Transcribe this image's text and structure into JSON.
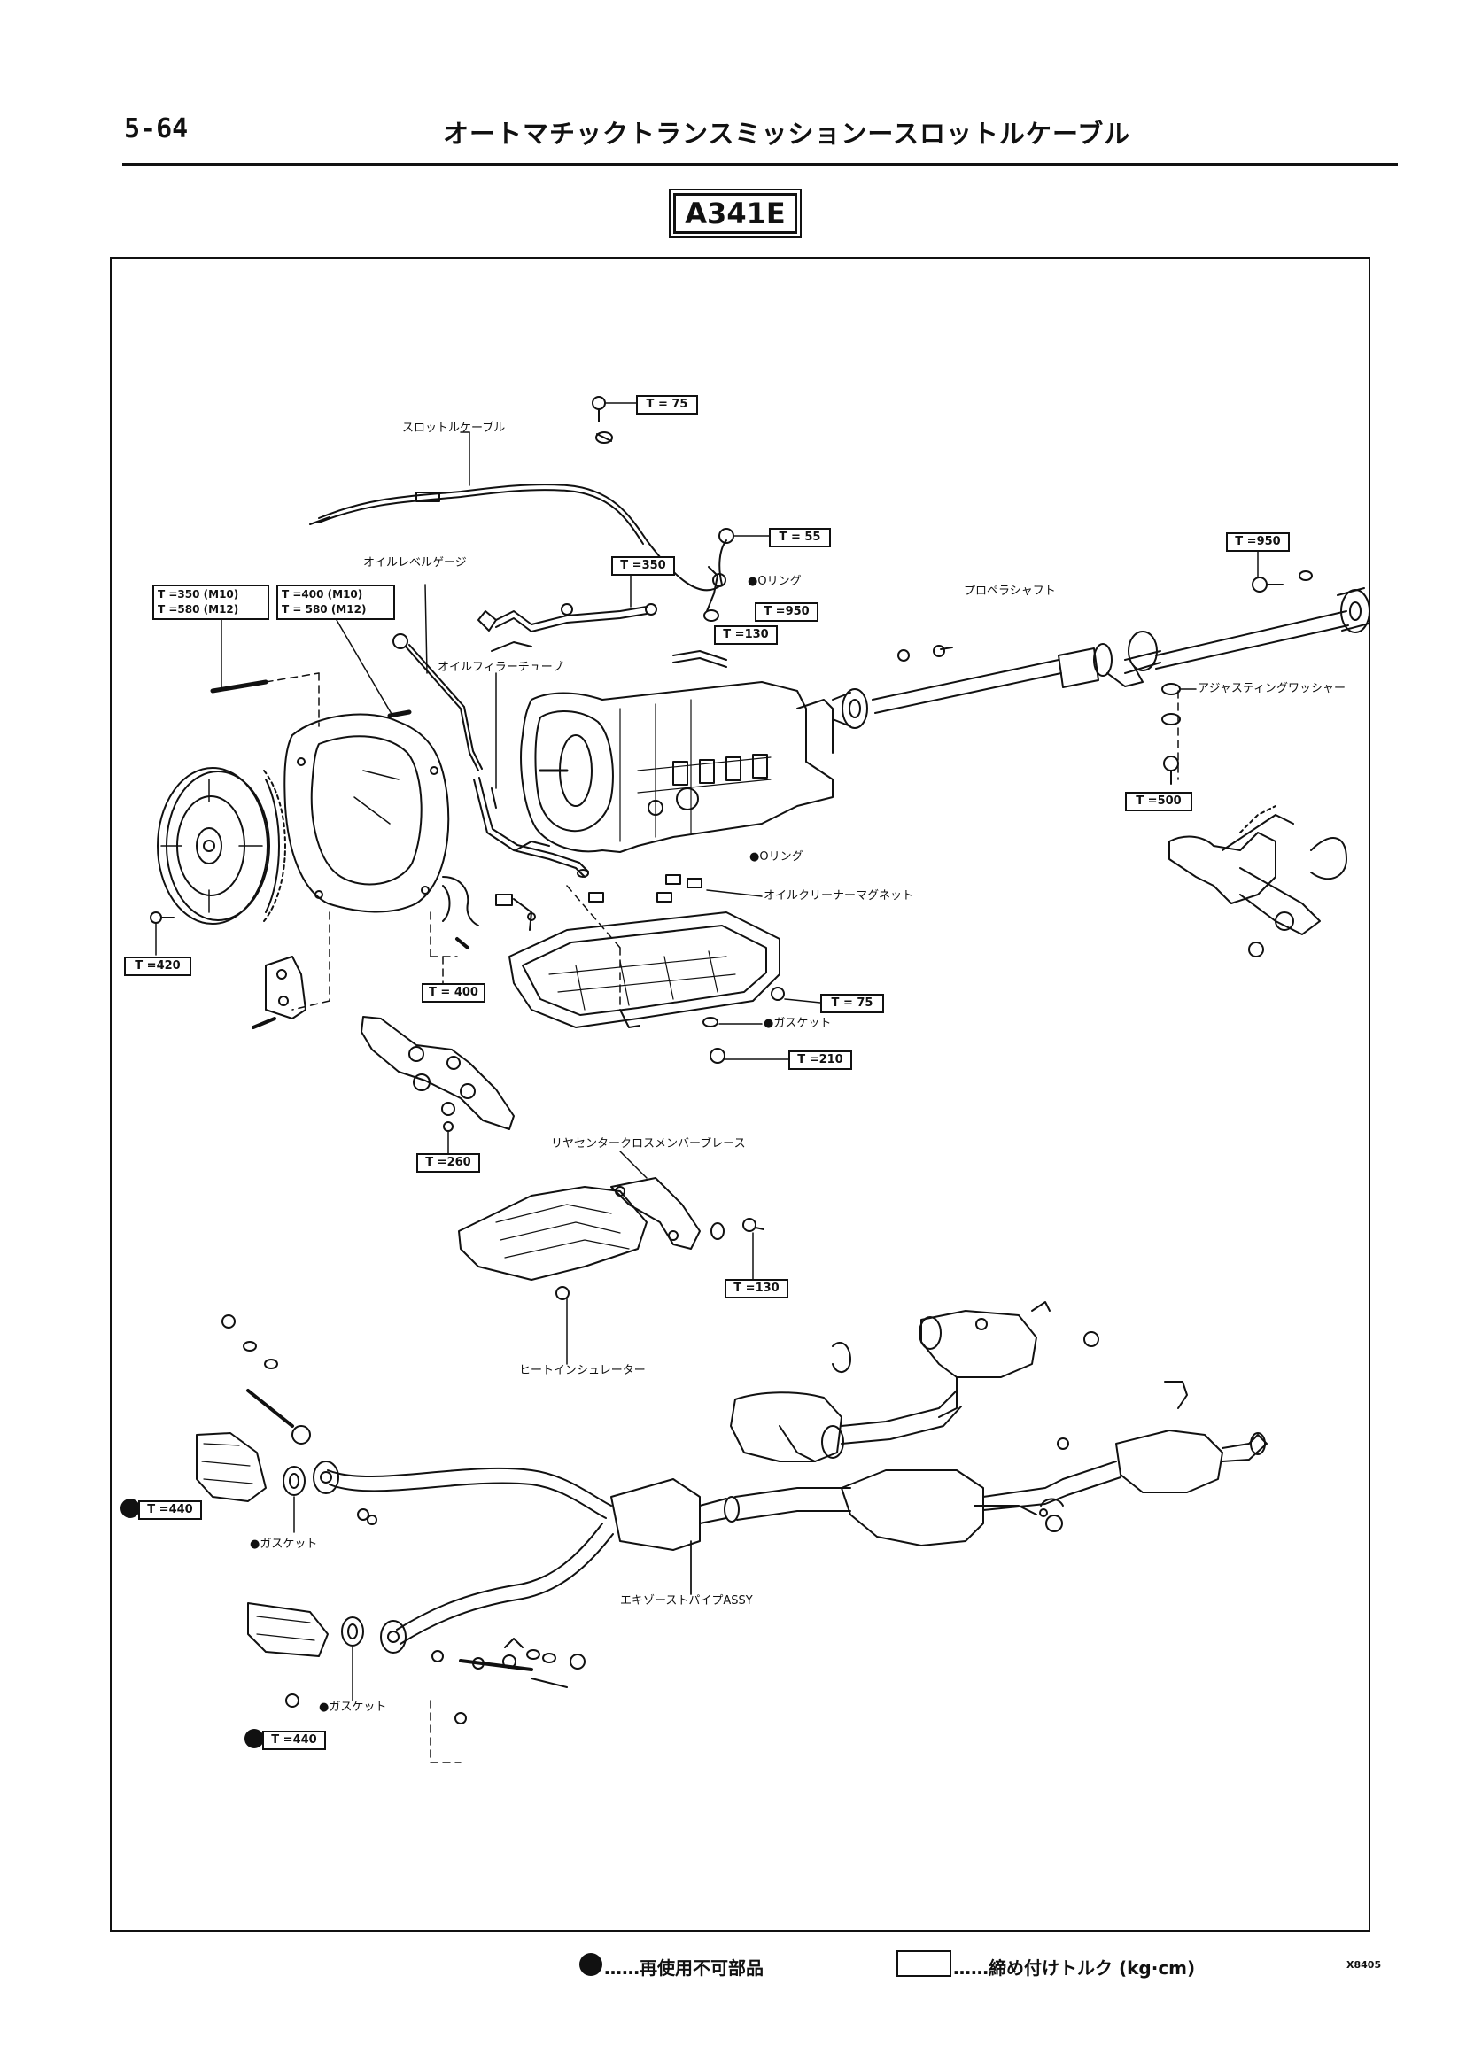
{
  "header": {
    "page_number": "5-64",
    "title": "オートマチックトランスミッションースロットルケーブル"
  },
  "model": "A341E",
  "labels": {
    "throttle_cable": "スロットルケーブル",
    "oil_level_gauge": "オイルレベルゲージ",
    "oil_filler_tube": "オイルフィラーチューブ",
    "o_ring_1": "●Oリング",
    "o_ring_2": "●Oリング",
    "propeller_shaft": "プロペラシャフト",
    "adjusting_washer": "アジャスティングワッシャー",
    "oil_cleaner_magnet": "オイルクリーナーマグネット",
    "gasket_pan": "●ガスケット",
    "rear_center_brace": "リヤセンタークロスメンバーブレース",
    "heat_insulator": "ヒートインシュレーター",
    "exhaust_pipe": "エキゾーストパイプASSY",
    "gasket_front": "●ガスケット",
    "gasket_rear": "●ガスケット"
  },
  "torques": {
    "t75_top": "T = 75",
    "t55": "T = 55",
    "t350_cable": "T =350",
    "t950_right": "T =950",
    "t950_mid": "T =950",
    "t130_mid": "T =130",
    "t350_m10": "T =350 (M10)",
    "t580_m12_a": "T =580 (M12)",
    "t400_m10": "T =400 (M10)",
    "t580_m12_b": "T = 580 (M12)",
    "t500": "T =500",
    "t420": "T =420",
    "t400": "T = 400",
    "t75_pan": "T = 75",
    "t210": "T =210",
    "t260": "T =260",
    "t130_brace": "T =130",
    "t440_front": "T =440",
    "t440_rear": "T =440"
  },
  "legend": {
    "non_reusable": "……再使用不可部品",
    "torque": "……締め付けトルク (kg·cm)"
  },
  "figure_code": "X8405"
}
